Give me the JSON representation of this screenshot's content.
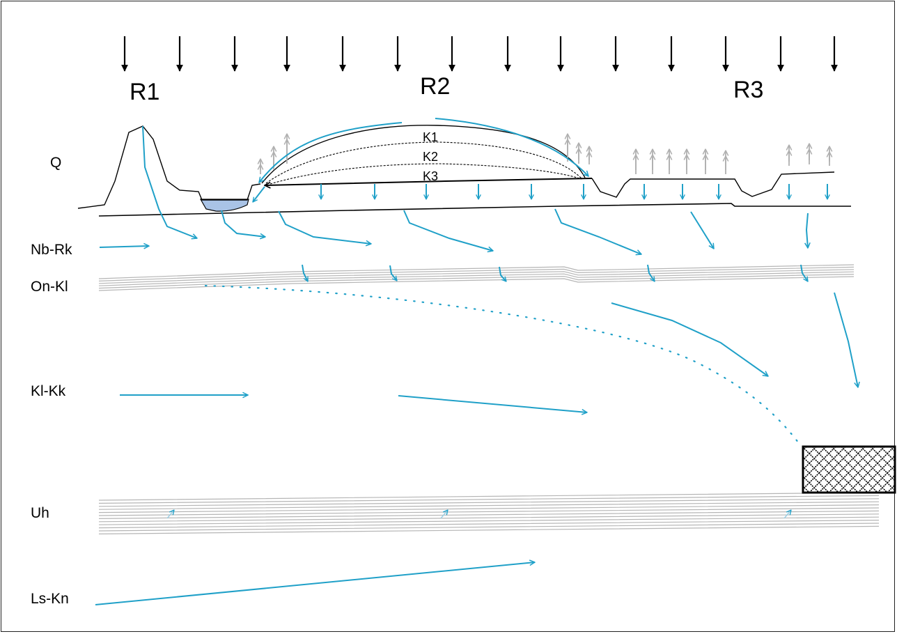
{
  "regions": {
    "r1": "R1",
    "r2": "R2",
    "r3": "R3"
  },
  "layers": {
    "q": "Q",
    "nb_rk": "Nb-Rk",
    "on_kl": "On-Kl",
    "kl_kk": "Kl-Kk",
    "uh": "Uh",
    "ls_kn": "Ls-Kn"
  },
  "bog_levels": {
    "k1": "K1",
    "k2": "K2",
    "k3": "K3"
  },
  "colors": {
    "flow": "#1fa0c8",
    "outline": "#000000",
    "strata": "#b5b5b5",
    "evapotranspiration": "#b0b0b0",
    "lake": "#a9c3e6"
  },
  "icons": {
    "precipitation": "down-arrow-icon",
    "evapotranspiration": "up-arrow-icon",
    "flow": "flow-arrow-icon",
    "block": "crosshatch-block"
  }
}
